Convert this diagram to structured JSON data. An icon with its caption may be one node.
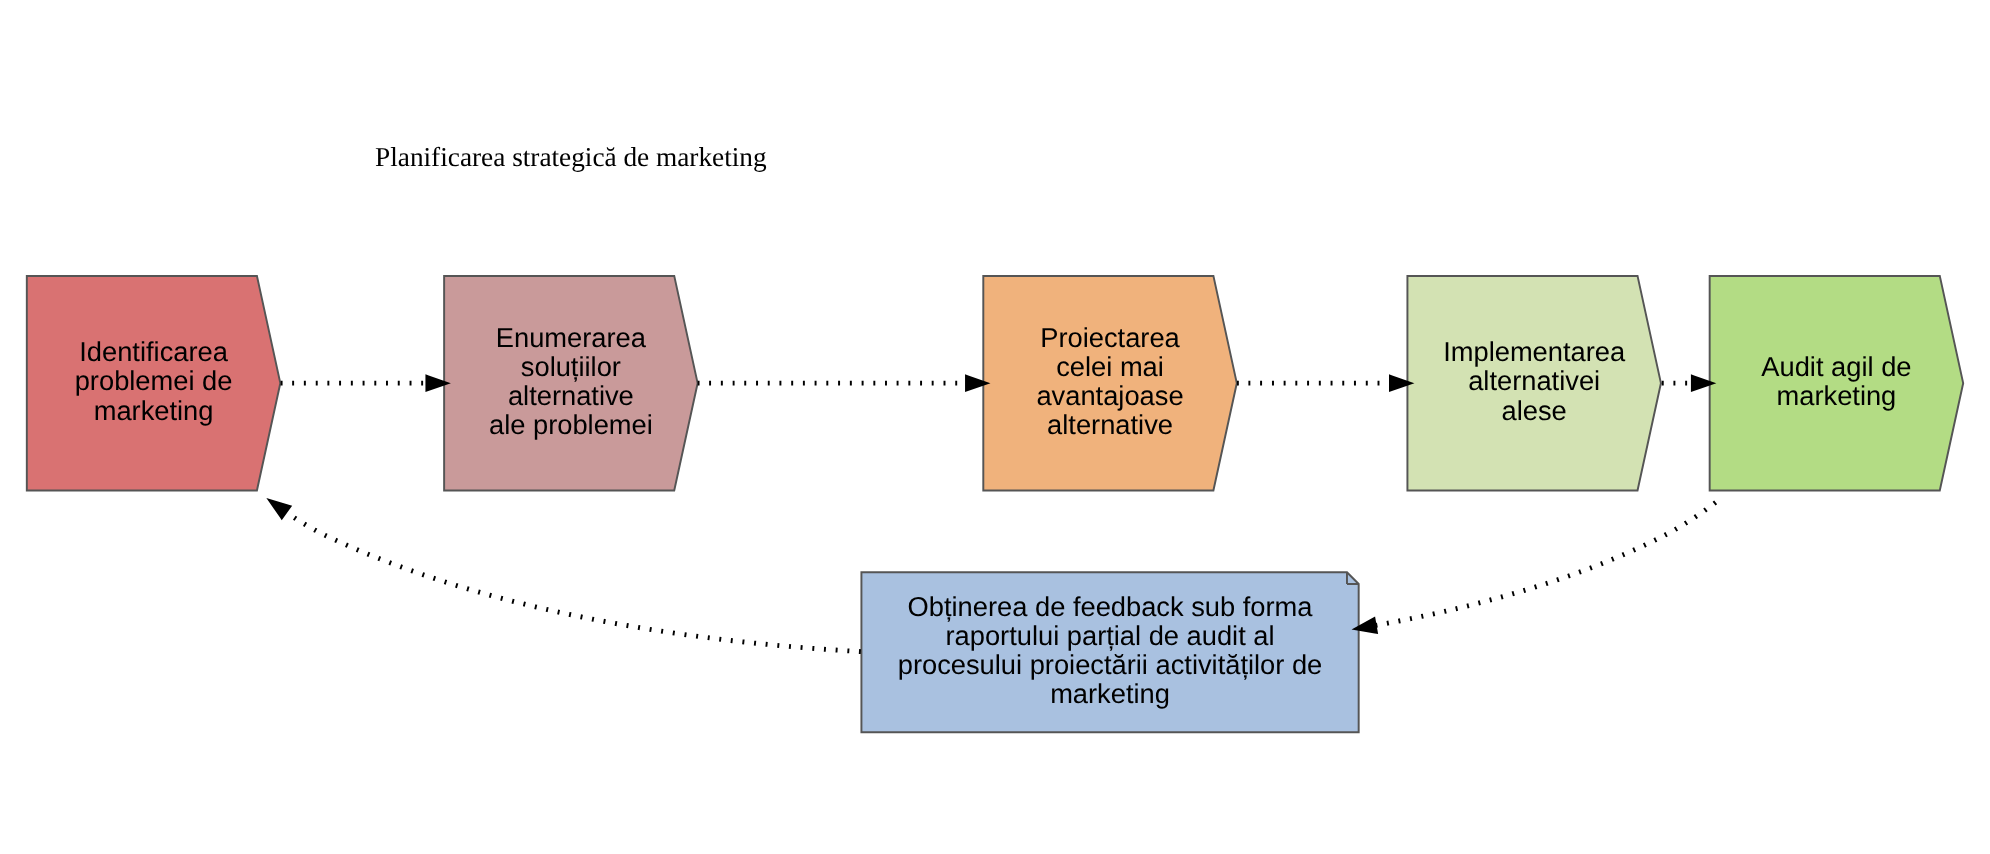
{
  "diagram": {
    "nodes": [
      {
        "text": [
          "Identificarea problemei de marketing"
        ]
      },
      {
        "text": [
          "Enumerarea soluțiilor alternative ale problemei"
        ]
      },
      {
        "text": [
          "Proiectarea celei mai avantajoase alternative"
        ]
      },
      {
        "text": [
          "Implementarea alternativei alese"
        ]
      },
      {
        "text": [
          "Audit agil de marketing"
        ]
      },
      {
        "text": [
          "Obținerea de feedback sub forma raportului parțial de audit al procesului proiectării activităților de marketing"
        ]
      }
    ],
    "edges": [
      {
        "from": 0,
        "to": 1,
        "arrow": "to",
        "style": "dashed"
      },
      {
        "from": 1,
        "to": 2,
        "arrow": "to",
        "style": "dashed"
      },
      {
        "from": 2,
        "to": 3,
        "arrow": "to",
        "style": "dashed"
      },
      {
        "from": 3,
        "to": 4,
        "arrow": "to",
        "style": "dashed"
      },
      {
        "from": 4,
        "to": 5,
        "arrow": "to",
        "style": "dashed"
      },
      {
        "from": 5,
        "to": 0,
        "arrow": "to",
        "style": "dashed"
      }
    ],
    "labels": [
      "Planificarea strategică de marketing"
    ]
  }
}
